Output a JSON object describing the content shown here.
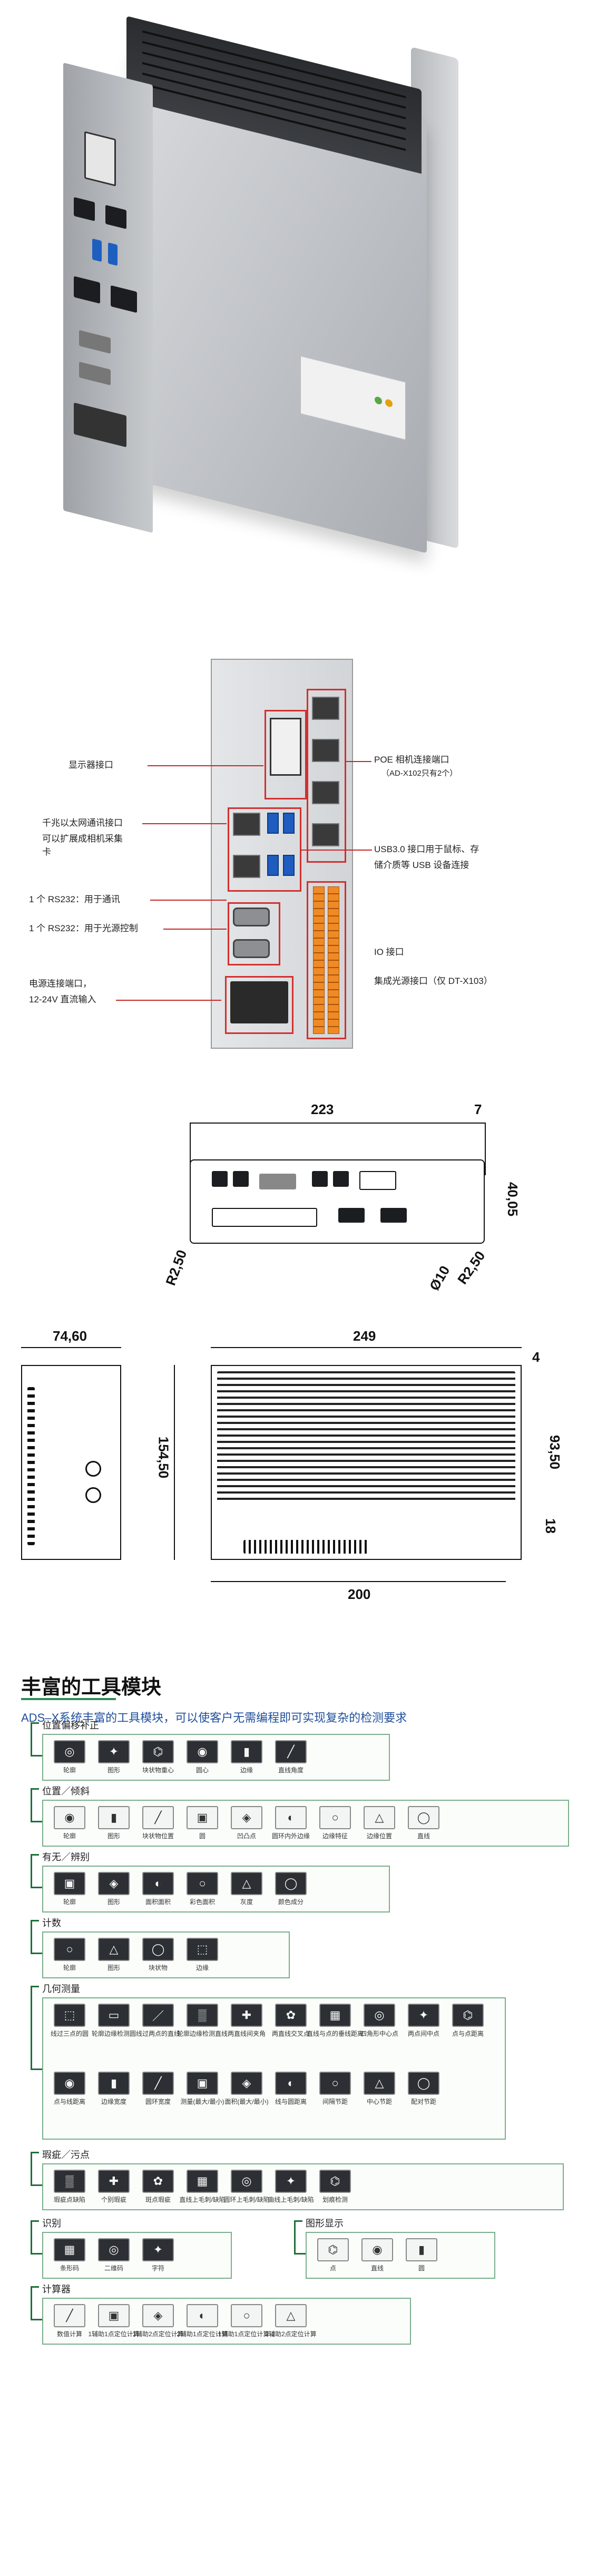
{
  "interface": {
    "labels": {
      "display": "显示器接口",
      "poe_title": "POE 相机连接端口",
      "poe_note": "（AD-X102只有2个）",
      "gige_line1": "千兆以太网通讯接口",
      "gige_line2": "可以扩展成相机采集",
      "gige_line3": "卡",
      "usb_line1": "USB3.0 接口用于鼠标、存",
      "usb_line2": "储介质等 USB 设备连接",
      "rs232_comm": "1 个 RS232：用于通讯",
      "rs232_light": "1 个 RS232：用于光源控制",
      "io": "IO 接口",
      "light_ctrl": "集成光源接口（仅 DT-X103）",
      "power_line1": "电源连接端口，",
      "power_line2": "12-24V 直流输入"
    }
  },
  "dimensions_top": {
    "width": "223",
    "offset": "7",
    "height": "40,05",
    "radius_left": "R2,50",
    "radius_right": "R2,50",
    "hole": "Ø10"
  },
  "dimensions_side": {
    "side_width": "74,60",
    "length": "249",
    "depth": "154,50",
    "bracket_height": "93,50",
    "bracket_tab": "18",
    "mount_span": "200",
    "edge": "4"
  },
  "tools": {
    "title": "丰富的工具模块",
    "subtitle": "ADS–X系统丰富的工具模块，可以使客户无需编程即可实现复杂的检测要求",
    "groups": [
      {
        "label": "位置偏移补正",
        "items": [
          "轮廓",
          "图形",
          "块状物重心",
          "圆心",
          "边缘",
          "直线角度"
        ]
      },
      {
        "label": "位置／倾斜",
        "items": [
          "轮廓",
          "图形",
          "块状物位置",
          "圆",
          "凹凸点",
          "圆环内外边缘",
          "边缘特征",
          "边缘位置",
          "直线"
        ]
      },
      {
        "label": "有无／辨别",
        "items": [
          "轮廓",
          "图形",
          "面积面积",
          "彩色面积",
          "灰度",
          "颜色成分"
        ]
      },
      {
        "label": "计数",
        "items": [
          "轮廓",
          "图形",
          "块状物",
          "边缘"
        ]
      },
      {
        "label": "几何测量",
        "items": [
          "线过三点的圆",
          "轮廓边缘检测圆",
          "线过两点的直线",
          "轮廓边缘检测直线",
          "两直线间夹角",
          "两直线交叉点",
          "直线与点的垂线距离",
          "四角形中心点",
          "两点间中点",
          "点与点距离",
          "点与线距离",
          "边缘宽度",
          "圆环宽度",
          "测量(最大/最小)",
          "面积(最大/最小)",
          "线与圆距离",
          "间隔节距",
          "中心节距",
          "配对节距"
        ]
      },
      {
        "label": "瑕疵／污点",
        "items": [
          "瑕疵点缺陷",
          "个别瑕疵",
          "斑点瑕疵",
          "直线上毛刺/缺陷",
          "圆环上毛刺/缺陷",
          "曲线上毛刺/缺陷",
          "划痕检测"
        ]
      },
      {
        "label": "识别",
        "items": [
          "条形码",
          "二维码",
          "字符"
        ]
      },
      {
        "label": "图形显示",
        "items": [
          "点",
          "直线",
          "圆"
        ]
      },
      {
        "label": "计算器",
        "items": [
          "数值计算",
          "1辅助1点定位计算",
          "1辅助2点定位计算",
          "2辅助1点定位计算",
          "1辅助1点定位计算-2",
          "2辅助2点定位计算"
        ]
      }
    ]
  }
}
